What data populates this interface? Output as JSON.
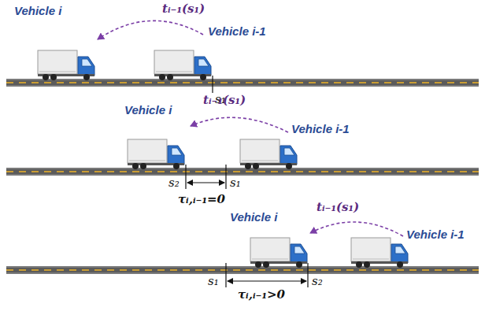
{
  "diagram": {
    "labels": [
      "tᵢ₋₁(s₁)",
      "Vehicle i",
      "Vehicle i-1",
      "s₁",
      "tᵢ₋₁(s₁)",
      "Vehicle i",
      "Vehicle i-1",
      "s₂",
      "s₁",
      "τᵢ,ᵢ₋₁=0",
      "tᵢ₋₁(s₁)",
      "Vehicle i",
      "Vehicle i-1",
      "s₁",
      "τᵢ,ᵢ₋₁>0",
      "s₂"
    ]
  }
}
